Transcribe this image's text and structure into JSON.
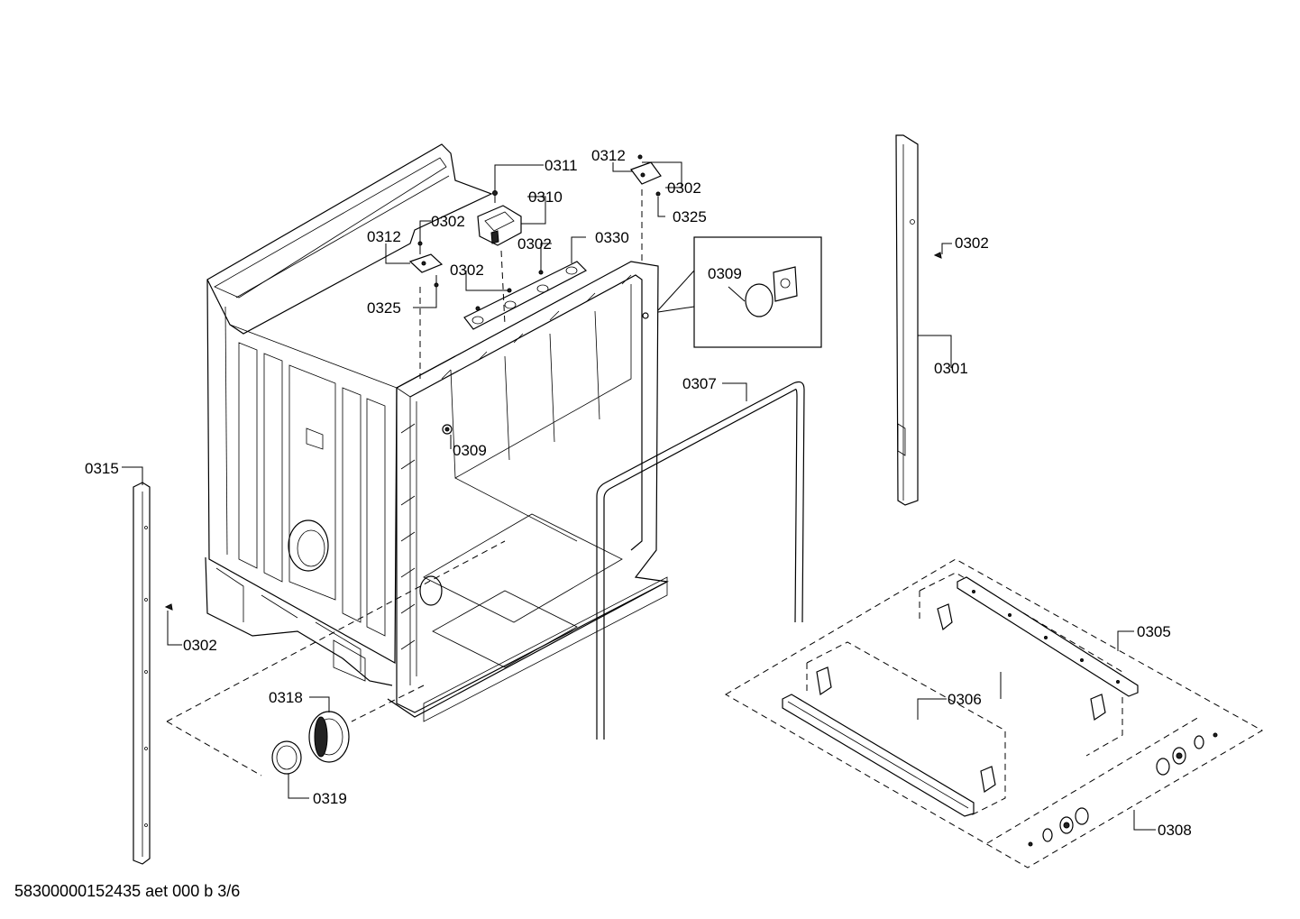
{
  "labels": {
    "p0301": "0301",
    "p0302": "0302",
    "p0305": "0305",
    "p0306": "0306",
    "p0307": "0307",
    "p0308": "0308",
    "p0309": "0309",
    "p0310": "0310",
    "p0311": "0311",
    "p0312": "0312",
    "p0315": "0315",
    "p0318": "0318",
    "p0319": "0319",
    "p0325": "0325",
    "p0330": "0330"
  },
  "footer": {
    "drawing_id": "58300000152435 aet 000 b 3/6"
  }
}
